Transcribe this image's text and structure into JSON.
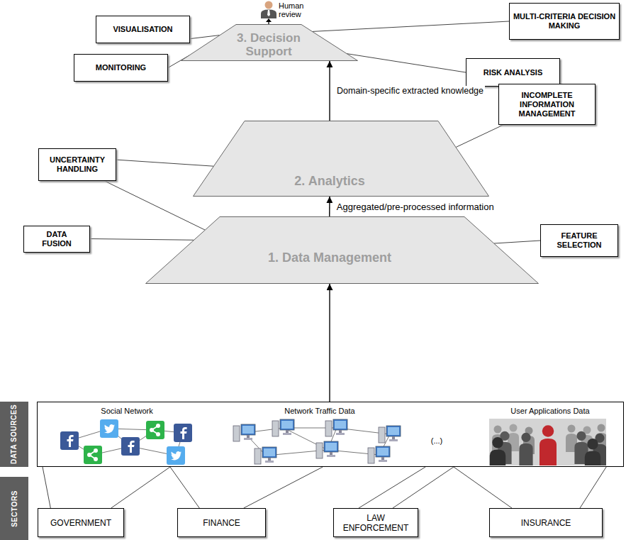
{
  "diagram": {
    "nodes": [
      {
        "text": [
          "VISUALISATION"
        ]
      },
      {
        "text": [
          "MULTI-CRITERIA DECISION MAKING"
        ]
      },
      {
        "text": [
          "MONITORING"
        ]
      },
      {
        "text": [
          "3. Decision Support"
        ]
      },
      {
        "text": [
          "RISK ANALYSIS"
        ]
      },
      {
        "text": [
          "INCOMPLETE INFORMATION MANAGEMENT"
        ]
      },
      {
        "text": [
          "UNCERTAINTY HANDLING"
        ]
      },
      {
        "text": [
          "2. Analytics"
        ]
      },
      {
        "text": [
          "DATA FUSION"
        ]
      },
      {
        "text": [
          "FEATURE SELECTION"
        ]
      },
      {
        "text": [
          "1. Data Management"
        ]
      },
      {
        "text": [
          "DATA SOURCES"
        ]
      },
      {
        "text": [
          "Social Network",
          "Network Traffic Data",
          "(...)",
          "User Applications Data"
        ]
      },
      {
        "text": [
          "SECTORS"
        ]
      },
      {
        "text": [
          "GOVERNMENT"
        ]
      },
      {
        "text": [
          "FINANCE"
        ]
      },
      {
        "text": [
          "LAW ENFORCEMENT"
        ]
      },
      {
        "text": [
          "INSURANCE"
        ]
      }
    ],
    "edges": [
      {
        "from": 0,
        "to": 3,
        "arrow": "none"
      },
      {
        "from": 2,
        "to": 3,
        "arrow": "none"
      },
      {
        "from": 1,
        "to": 3,
        "arrow": "none"
      },
      {
        "from": 4,
        "to": 3,
        "arrow": "none"
      },
      {
        "from": 5,
        "to": 7,
        "arrow": "none"
      },
      {
        "from": 6,
        "to": 7,
        "arrow": "none"
      },
      {
        "from": 6,
        "to": 10,
        "arrow": "none"
      },
      {
        "from": 8,
        "to": 10,
        "arrow": "none"
      },
      {
        "from": 9,
        "to": 10,
        "arrow": "none"
      },
      {
        "from": 10,
        "to": 7,
        "label": "Aggregated/pre-processed information",
        "arrow": "to"
      },
      {
        "from": 7,
        "to": 3,
        "label": "Domain-specific extracted knowledge",
        "arrow": "to"
      },
      {
        "from": 12,
        "to": 10,
        "arrow": "to"
      },
      {
        "from": 14,
        "to": 12,
        "arrow": "none"
      },
      {
        "from": 14,
        "to": 12,
        "arrow": "none"
      },
      {
        "from": 15,
        "to": 12,
        "arrow": "none"
      },
      {
        "from": 15,
        "to": 12,
        "arrow": "none"
      },
      {
        "from": 16,
        "to": 12,
        "arrow": "none"
      },
      {
        "from": 16,
        "to": 12,
        "arrow": "none"
      },
      {
        "from": 17,
        "to": 12,
        "arrow": "none"
      },
      {
        "from": 17,
        "to": 12,
        "arrow": "none"
      }
    ],
    "labels": [
      "Human review"
    ]
  }
}
